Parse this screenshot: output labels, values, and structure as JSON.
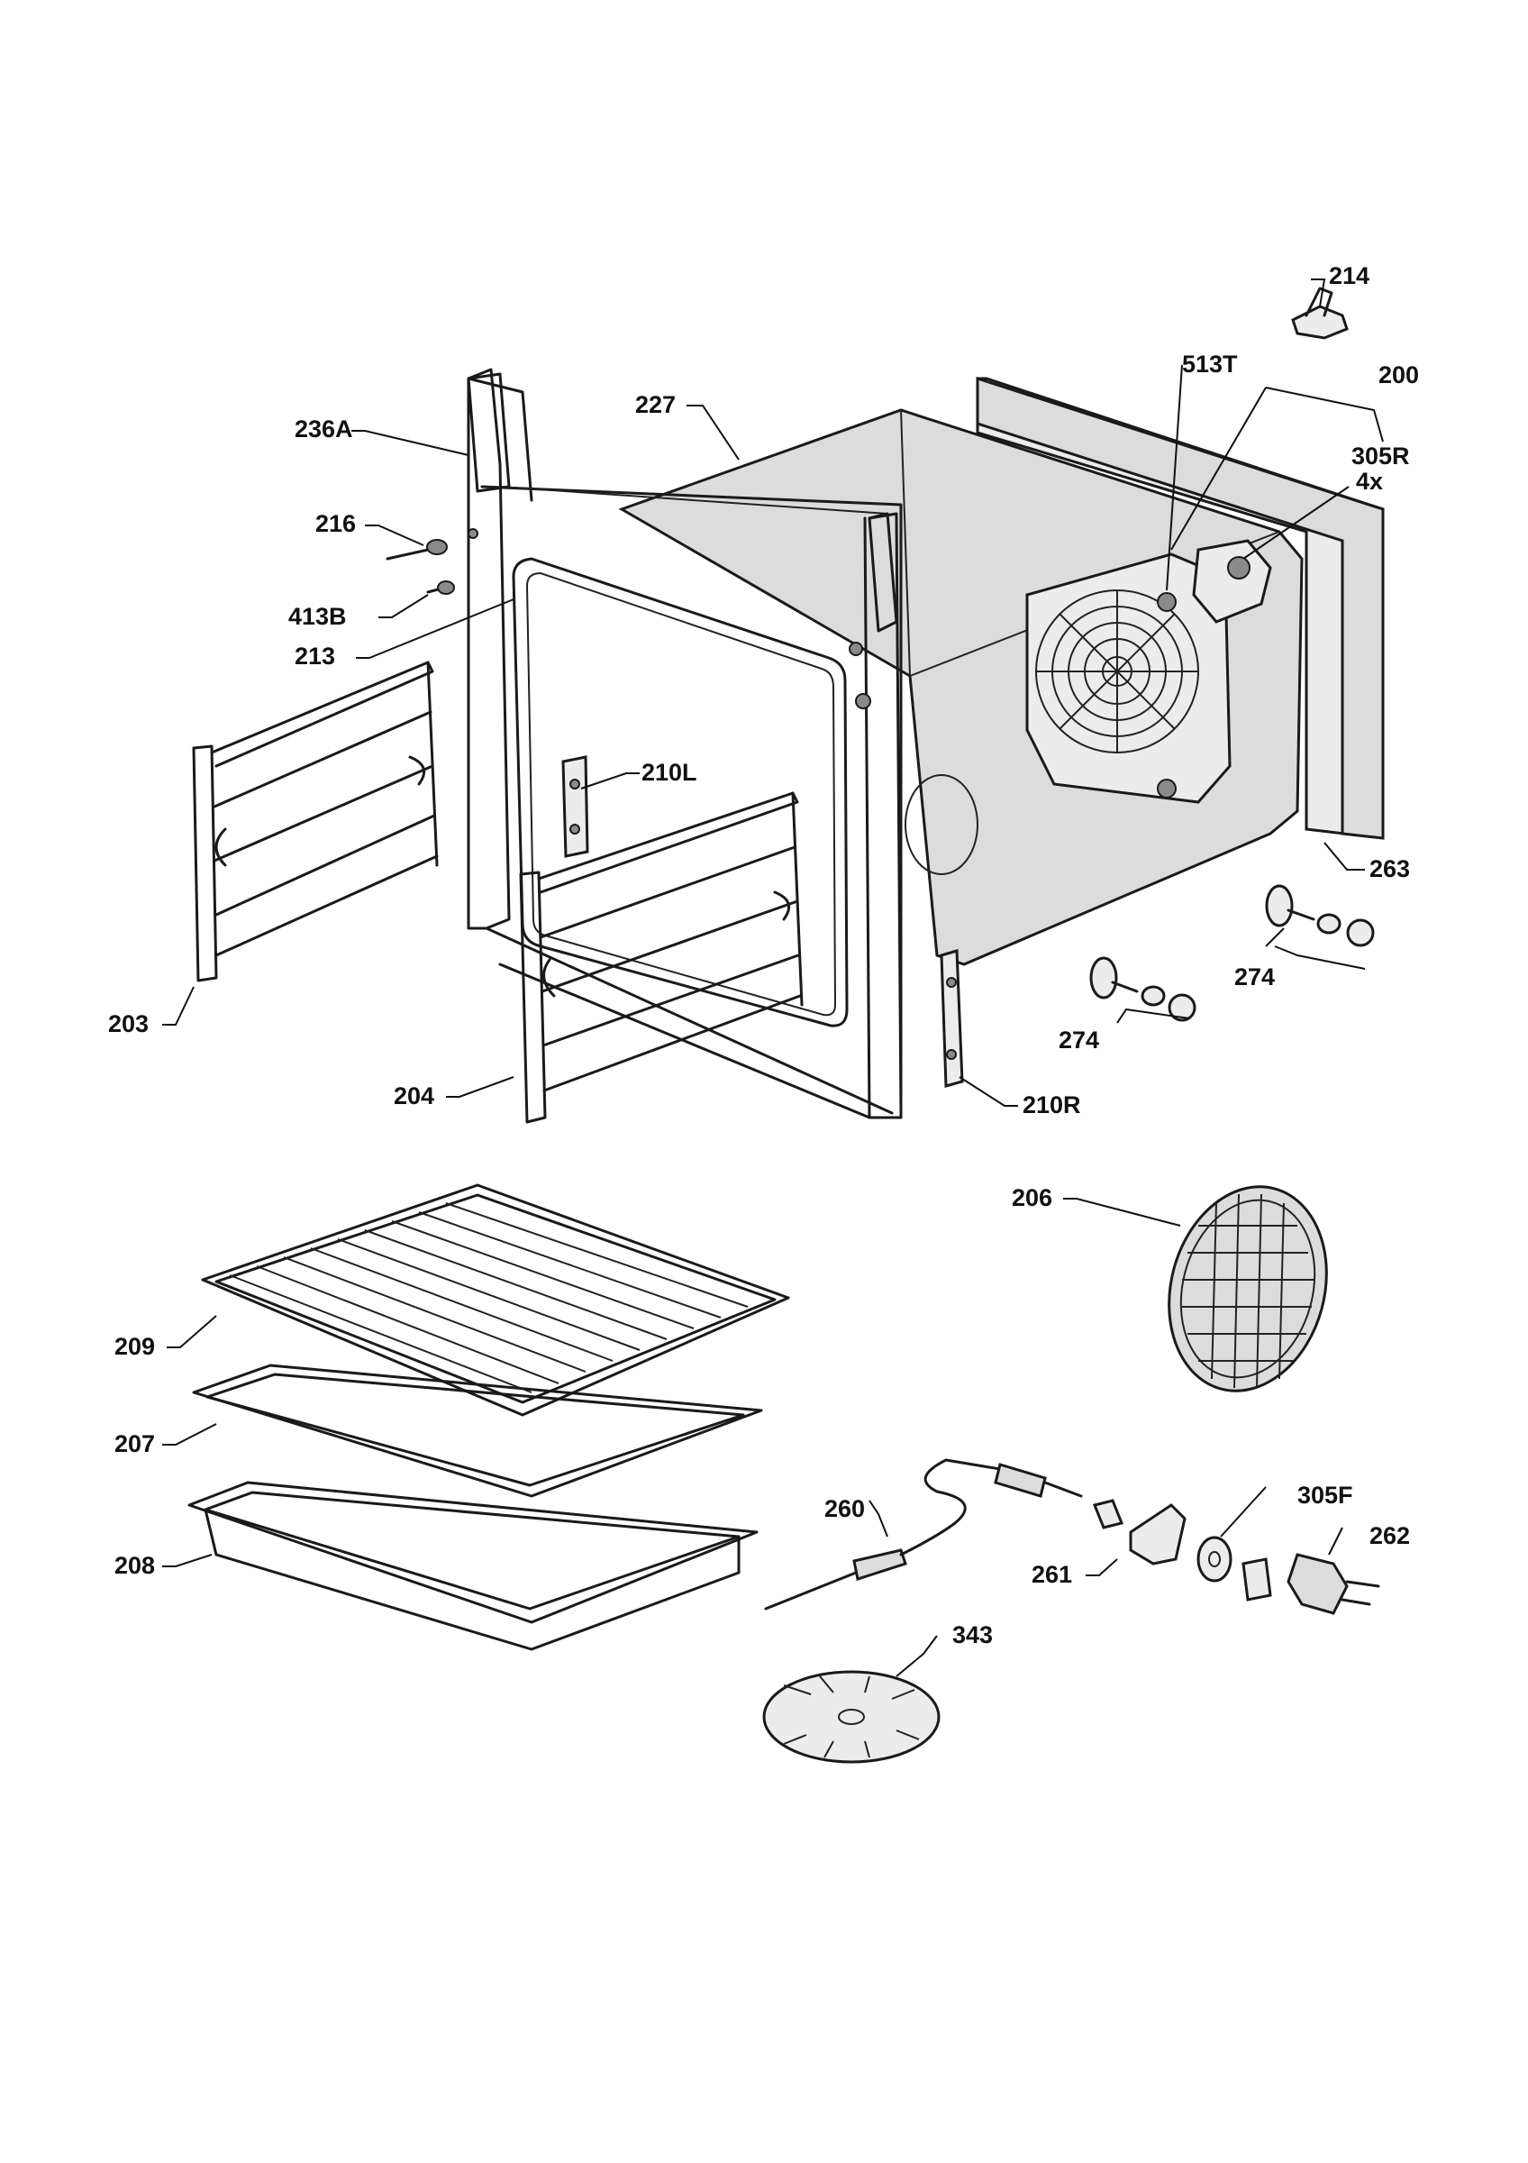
{
  "labels": {
    "l214": "214",
    "l513t": "513T",
    "l200": "200",
    "l227": "227",
    "l236a": "236A",
    "l305r": "305R",
    "l4x": "4x",
    "l216": "216",
    "l413b": "413B",
    "l213": "213",
    "l210l": "210L",
    "l263": "263",
    "l274a": "274",
    "l274b": "274",
    "l203": "203",
    "l204": "204",
    "l210r": "210R",
    "l206": "206",
    "l209": "209",
    "l207": "207",
    "l208": "208",
    "l260": "260",
    "l305f": "305F",
    "l262": "262",
    "l261": "261",
    "l343": "343"
  },
  "colors": {
    "ink": "#111111",
    "cavity_fill": "#dcdcdc",
    "panel_fill": "#e4e4e4"
  }
}
